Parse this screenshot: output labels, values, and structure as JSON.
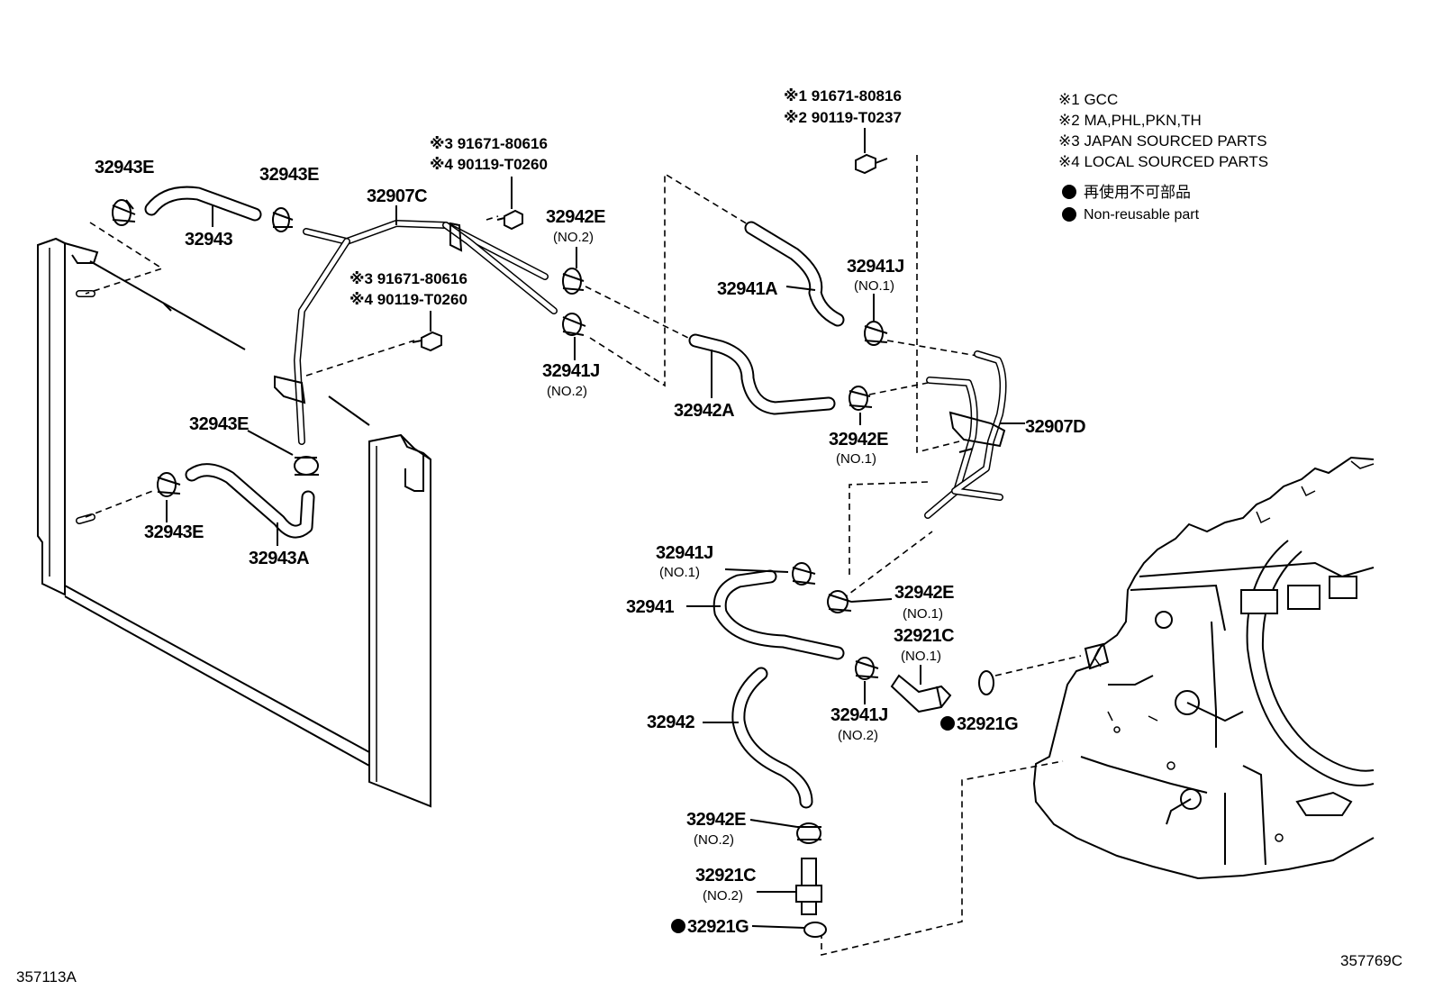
{
  "notes": [
    {
      "mark": "※1",
      "text": "GCC"
    },
    {
      "mark": "※2",
      "text": "MA,PHL,PKN,TH"
    },
    {
      "mark": "※3",
      "text": "JAPAN SOURCED PARTS"
    },
    {
      "mark": "※4",
      "text": "LOCAL SOURCED PARTS"
    }
  ],
  "legend": {
    "non_reusable_jp": "再使用不可部品",
    "non_reusable_en": "Non-reusable part"
  },
  "bolt_codes": {
    "top_right": [
      {
        "mark": "※1",
        "code": "91671-80816"
      },
      {
        "mark": "※2",
        "code": "90119-T0237"
      }
    ],
    "top_mid": [
      {
        "mark": "※3",
        "code": "91671-80616"
      },
      {
        "mark": "※4",
        "code": "90119-T0260"
      }
    ],
    "left_mid": [
      {
        "mark": "※3",
        "code": "91671-80616"
      },
      {
        "mark": "※4",
        "code": "90119-T0260"
      }
    ]
  },
  "callouts": {
    "c32943E_a": "32943E",
    "c32943E_b": "32943E",
    "c32943": "32943",
    "c32907C": "32907C",
    "c32942E_a": "32942E",
    "c32942E_a_sub": "(NO.2)",
    "c32941J_a": "32941J",
    "c32941J_a_sub": "(NO.2)",
    "c32943E_c": "32943E",
    "c32943E_d": "32943E",
    "c32943A": "32943A",
    "c32941A": "32941A",
    "c32941J_b": "32941J",
    "c32941J_b_sub": "(NO.1)",
    "c32942A": "32942A",
    "c32942E_b": "32942E",
    "c32942E_b_sub": "(NO.1)",
    "c32907D": "32907D",
    "c32941J_c": "32941J",
    "c32941J_c_sub": "(NO.1)",
    "c32941": "32941",
    "c32942E_c": "32942E",
    "c32942E_c_sub": "(NO.1)",
    "c32921C_a": "32921C",
    "c32921C_a_sub": "(NO.1)",
    "c32942": "32942",
    "c32941J_d": "32941J",
    "c32941J_d_sub": "(NO.2)",
    "c32921G_a": "32921G",
    "c32942E_d": "32942E",
    "c32942E_d_sub": "(NO.2)",
    "c32921C_b": "32921C",
    "c32921C_b_sub": "(NO.2)",
    "c32921G_b": "32921G"
  },
  "footer": {
    "left_code": "357113A",
    "right_code": "357769C"
  }
}
